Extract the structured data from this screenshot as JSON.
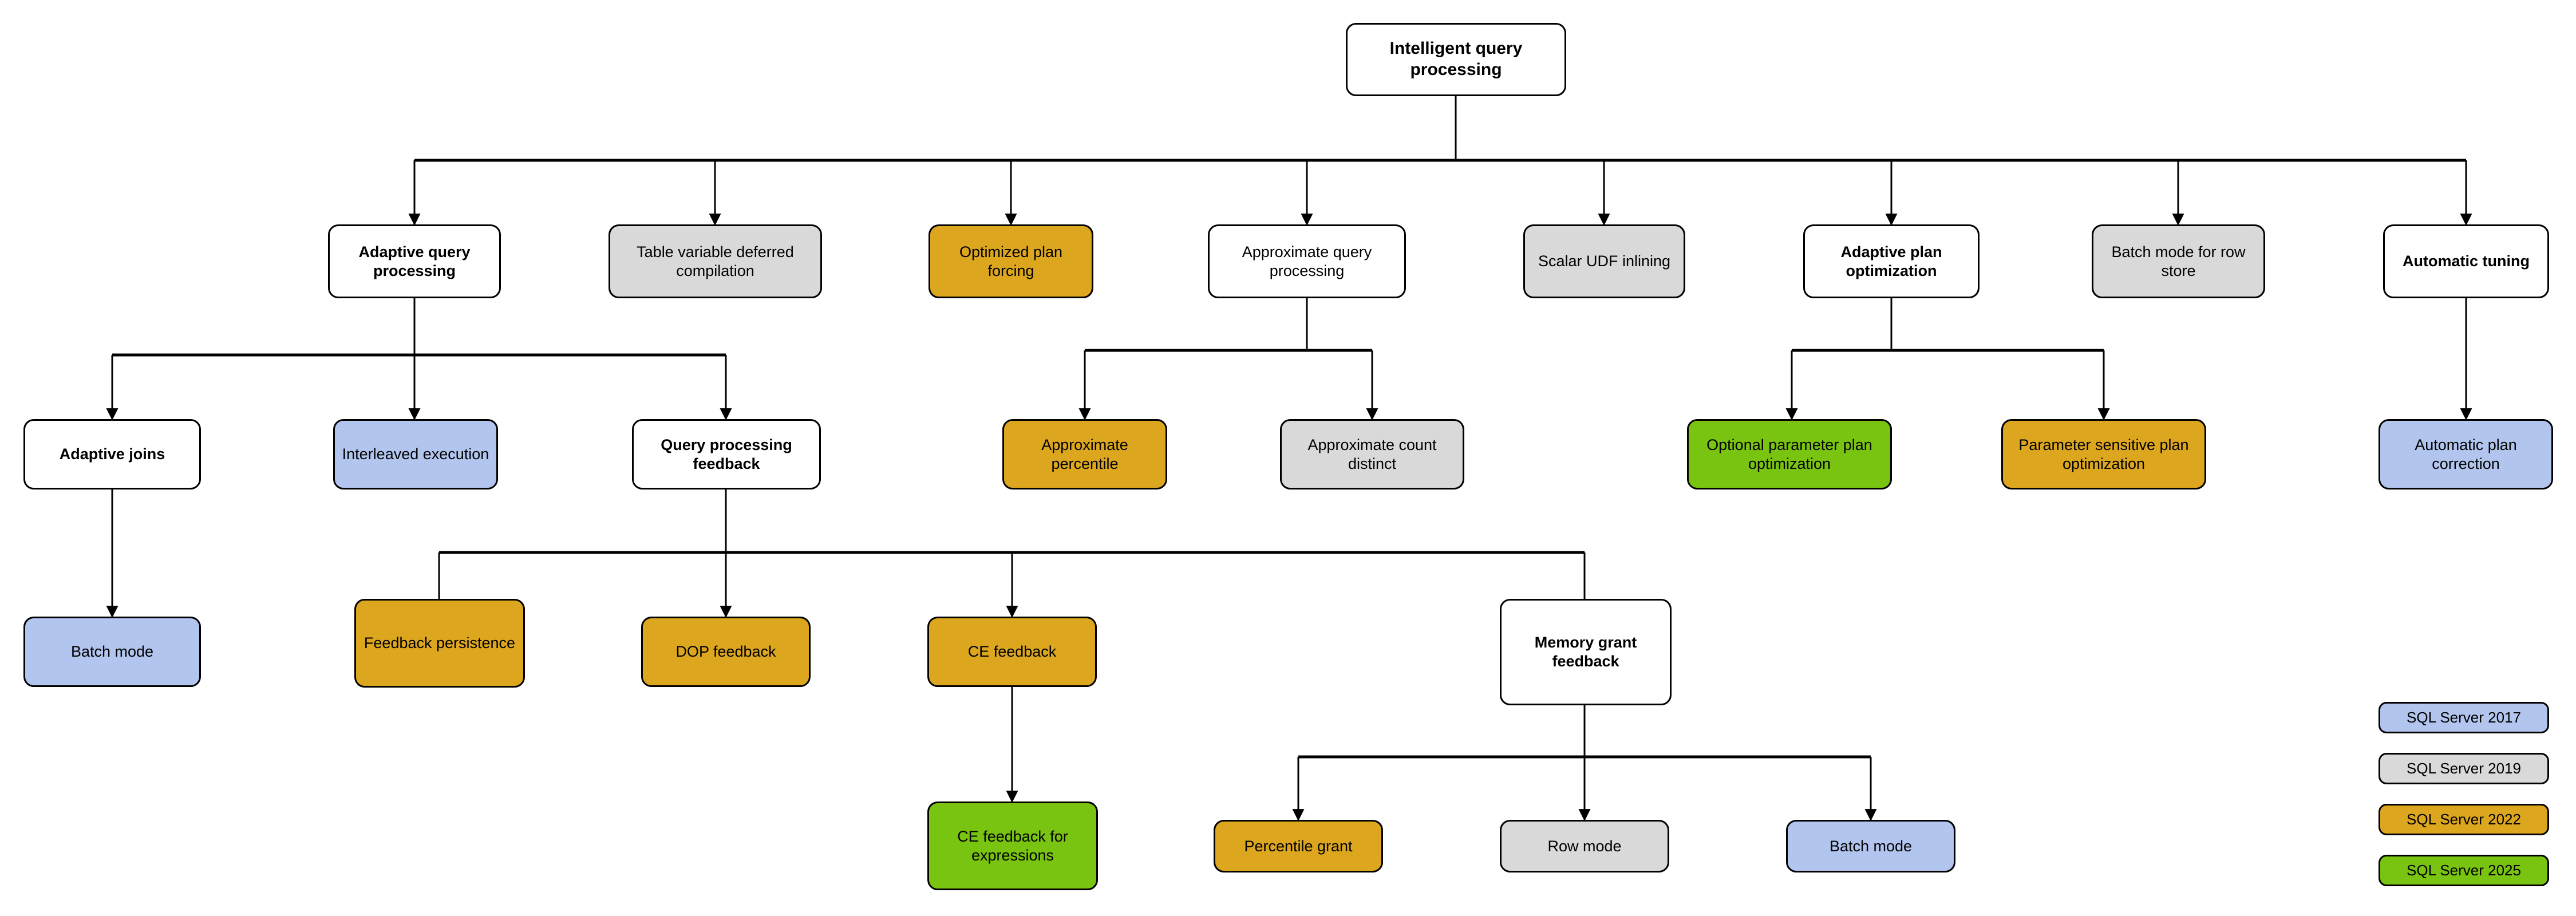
{
  "diagram": {
    "title": "Intelligent query processing",
    "palette": {
      "white": "#ffffff",
      "gray": "#d9d9d9",
      "orange": "#dda61f",
      "green": "#79c410",
      "blue": "#b2c5ee",
      "stroke": "#000000"
    },
    "nodes": {
      "root": "Intelligent query processing",
      "adaptive_query_processing": "Adaptive query processing",
      "table_variable_deferred_compilation": "Table variable deferred compilation",
      "optimized_plan_forcing": "Optimized plan forcing",
      "approximate_query_processing": "Approximate query processing",
      "scalar_udf_inlining": "Scalar UDF inlining",
      "adaptive_plan_optimization": "Adaptive plan optimization",
      "batch_mode_for_row_store": "Batch mode for row store",
      "automatic_tuning": "Automatic tuning",
      "adaptive_joins": "Adaptive joins",
      "interleaved_execution": "Interleaved execution",
      "query_processing_feedback": "Query processing feedback",
      "approximate_percentile": "Approximate percentile",
      "approximate_count_distinct": "Approximate count distinct",
      "optional_parameter_plan_optimization": "Optional parameter plan optimization",
      "parameter_sensitive_plan_optimization": "Parameter sensitive plan optimization",
      "automatic_plan_correction": "Automatic plan correction",
      "batch_mode_adaptive_joins": "Batch mode",
      "feedback_persistence": "Feedback persistence",
      "dop_feedback": "DOP feedback",
      "ce_feedback": "CE feedback",
      "memory_grant_feedback": "Memory grant feedback",
      "ce_feedback_for_expressions": "CE feedback for expressions",
      "percentile_grant": "Percentile grant",
      "row_mode": "Row mode",
      "batch_mode_memory_grant": "Batch mode"
    },
    "legend": [
      {
        "label": "SQL Server 2017",
        "color": "#b2c5ee"
      },
      {
        "label": "SQL Server 2019",
        "color": "#d9d9d9"
      },
      {
        "label": "SQL Server 2022",
        "color": "#dda61f"
      },
      {
        "label": "SQL Server 2025",
        "color": "#79c410"
      }
    ]
  }
}
